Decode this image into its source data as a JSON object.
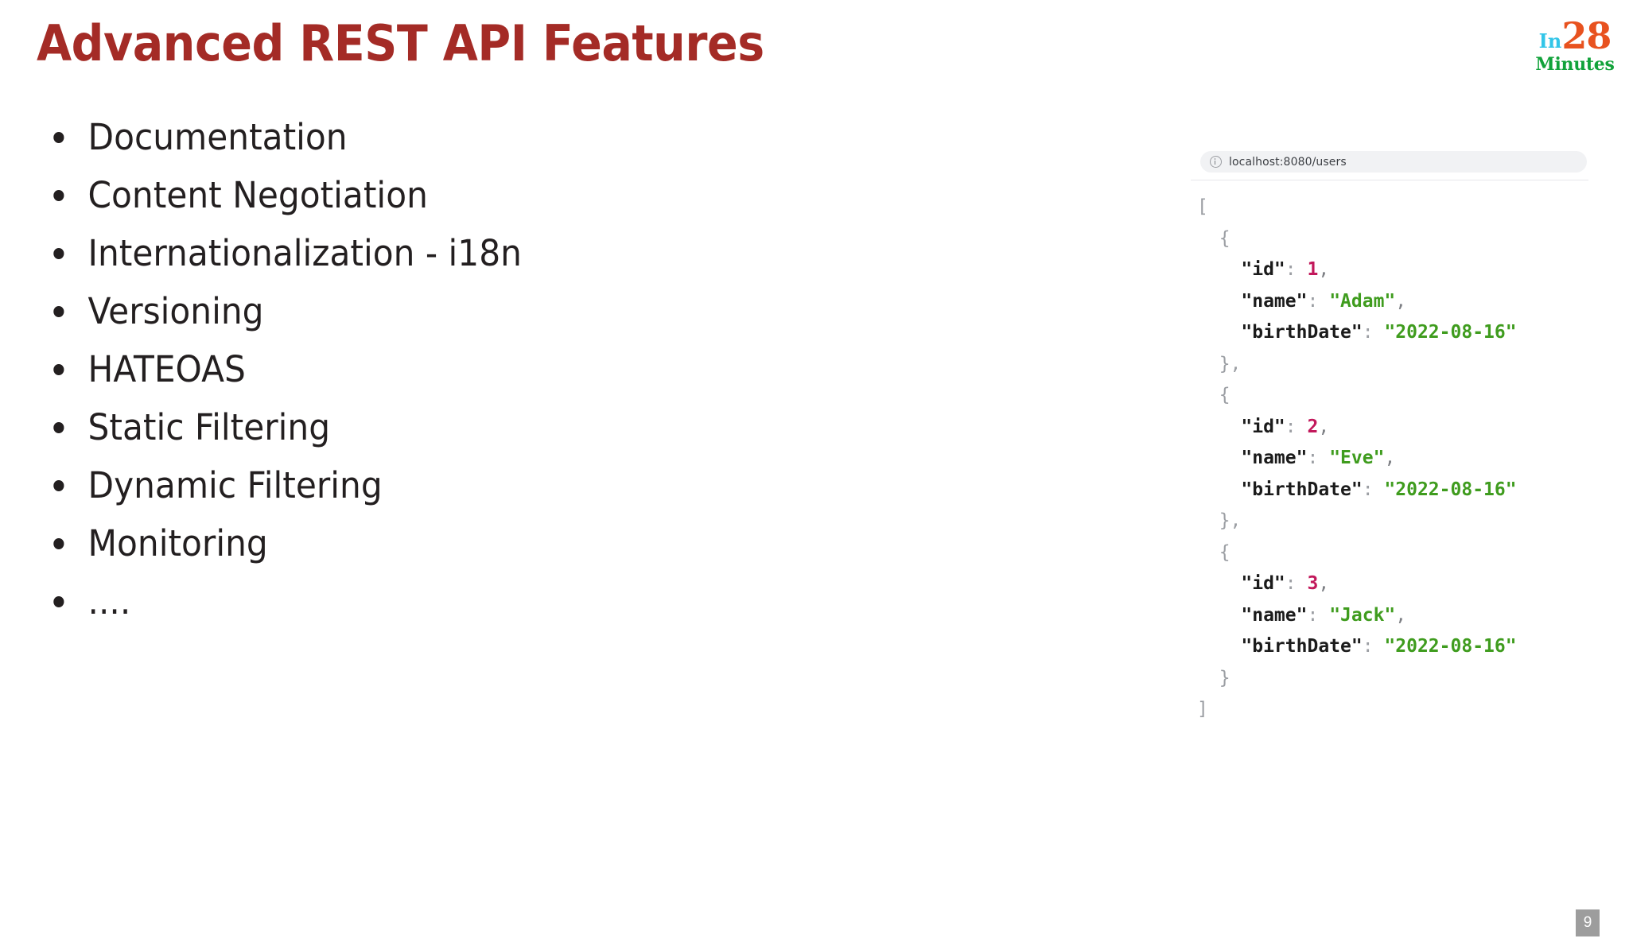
{
  "slide": {
    "title": "Advanced REST API Features",
    "title_color": "#a42b26",
    "background_color": "#ffffff",
    "page_number": "9"
  },
  "bullets": [
    {
      "label": "Documentation"
    },
    {
      "label": "Content Negotiation"
    },
    {
      "label": "Internationalization - i18n"
    },
    {
      "label": "Versioning"
    },
    {
      "label": "HATEOAS"
    },
    {
      "label": "Static Filtering"
    },
    {
      "label": "Dynamic Filtering"
    },
    {
      "label": "Monitoring"
    },
    {
      "label": "...."
    }
  ],
  "browser": {
    "url": "localhost:8080/users",
    "info_icon": "info-circle-icon",
    "response": {
      "open_bracket": "[",
      "close_bracket": "]",
      "records": [
        {
          "id": "1",
          "name": "\"Adam\"",
          "birthDate": "\"2022-08-16\""
        },
        {
          "id": "2",
          "name": "\"Eve\"",
          "birthDate": "\"2022-08-16\""
        },
        {
          "id": "3",
          "name": "\"Jack\"",
          "birthDate": "\"2022-08-16\""
        }
      ],
      "keys": {
        "id": "\"id\"",
        "name": "\"name\"",
        "birthDate": "\"birthDate\""
      },
      "colors": {
        "key": "#1b1b1b",
        "string": "#3f9c1e",
        "number": "#c2185b",
        "punctuation": "#9b9ea3"
      }
    }
  },
  "logo": {
    "in": "In",
    "number": "28",
    "minutes": "Minutes",
    "in_color": "#32c5e8",
    "number_color": "#e8521f",
    "minutes_color": "#11a23a"
  }
}
